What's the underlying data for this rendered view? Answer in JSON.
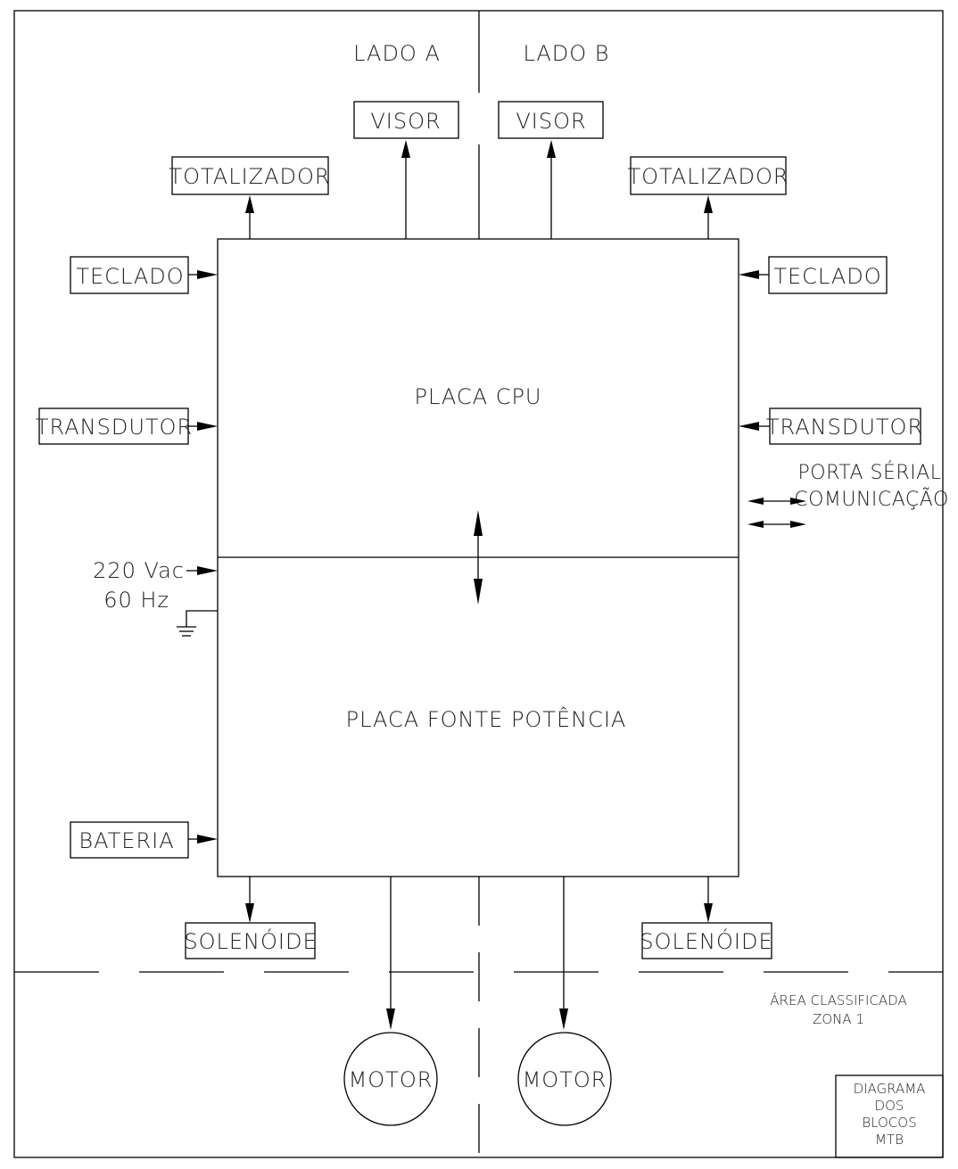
{
  "header": {
    "lado_a": "LADO A",
    "lado_b": "LADO B"
  },
  "blocks": {
    "visor_a": "VISOR",
    "visor_b": "VISOR",
    "totalizador_a": "TOTALIZADOR",
    "totalizador_b": "TOTALIZADOR",
    "teclado_a": "TECLADO",
    "teclado_b": "TECLADO",
    "transdutor_a": "TRANSDUTOR",
    "transdutor_b": "TRANSDUTOR",
    "placa_cpu": "PLACA CPU",
    "placa_fonte": "PLACA FONTE POTÊNCIA",
    "bateria": "BATERIA",
    "solenoide_a": "SOLENÓIDE",
    "solenoide_b": "SOLENÓIDE",
    "motor_a": "MOTOR",
    "motor_b": "MOTOR"
  },
  "power": {
    "voltage": "220 Vac",
    "frequency": "60 Hz"
  },
  "serial": {
    "line1": "PORTA SÉRIAL",
    "line2": "COMUNICAÇÃO"
  },
  "area": {
    "line1": "ÁREA CLASSIFICADA",
    "line2": "ZONA 1"
  },
  "title_block": {
    "line1": "DIAGRAMA",
    "line2": "DOS",
    "line3": "BLOCOS",
    "line4": "MTB"
  }
}
